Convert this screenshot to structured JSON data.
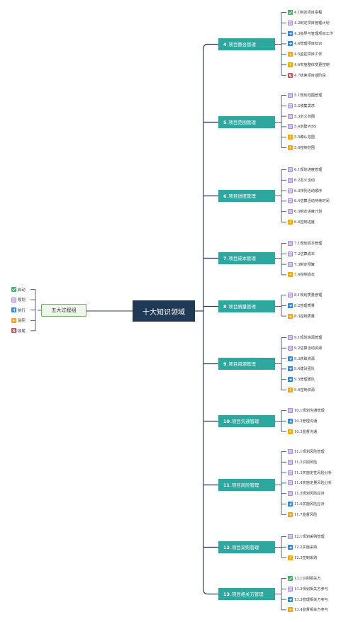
{
  "center": "十大知识领域",
  "process_groups_node": "五大过程组",
  "legend": [
    {
      "icon": "start-icon",
      "label": "启动"
    },
    {
      "icon": "plan-icon",
      "label": "规划"
    },
    {
      "icon": "execute-icon",
      "label": "执行"
    },
    {
      "icon": "monitor-icon",
      "label": "监控"
    },
    {
      "icon": "close-icon",
      "label": "收尾"
    }
  ],
  "areas": [
    {
      "num": "4",
      "label": ".项目整合管理",
      "items": [
        {
          "icon": "start-icon",
          "text": "4.1制定项目章程"
        },
        {
          "icon": "plan-icon",
          "text": "4.2制定项目管理计划"
        },
        {
          "icon": "execute-icon",
          "text": "4.3指导与管理项目工作"
        },
        {
          "icon": "execute-icon",
          "text": "4.4管理项目知识"
        },
        {
          "icon": "monitor-icon",
          "text": "4.5监控项目工作"
        },
        {
          "icon": "monitor-icon",
          "text": "4.6实施整体变更控制"
        },
        {
          "icon": "close-icon",
          "text": "4.7结束项目或阶段"
        }
      ]
    },
    {
      "num": "5",
      "label": ".项目范围管理",
      "items": [
        {
          "icon": "plan-icon",
          "text": "5.1规划范围管理"
        },
        {
          "icon": "plan-icon",
          "text": "5.2收集需求"
        },
        {
          "icon": "plan-icon",
          "text": "5.3定义范围"
        },
        {
          "icon": "plan-icon",
          "text": "5.4创建WBS"
        },
        {
          "icon": "monitor-icon",
          "text": "5.5确认范围"
        },
        {
          "icon": "monitor-icon",
          "text": "5.6控制范围"
        }
      ]
    },
    {
      "num": "6",
      "label": ".项目进度管理",
      "items": [
        {
          "icon": "plan-icon",
          "text": "6.1规划进度管理"
        },
        {
          "icon": "plan-icon",
          "text": "6.2定义活动"
        },
        {
          "icon": "plan-icon",
          "text": "6.3排列活动顺序"
        },
        {
          "icon": "plan-icon",
          "text": "6.4估算活动持续时间"
        },
        {
          "icon": "plan-icon",
          "text": "6.5制定进度计划"
        },
        {
          "icon": "monitor-icon",
          "text": "6.6控制进度"
        }
      ]
    },
    {
      "num": "7",
      "label": ".项目成本管理",
      "items": [
        {
          "icon": "plan-icon",
          "text": "7.1规划成本管理"
        },
        {
          "icon": "plan-icon",
          "text": "7.2估算成本"
        },
        {
          "icon": "plan-icon",
          "text": "7.3制定预算"
        },
        {
          "icon": "monitor-icon",
          "text": "7.4控制成本"
        }
      ]
    },
    {
      "num": "8",
      "label": ".项目质量管理",
      "items": [
        {
          "icon": "plan-icon",
          "text": "8.1规划质量管理"
        },
        {
          "icon": "execute-icon",
          "text": "8.2管理质量"
        },
        {
          "icon": "monitor-icon",
          "text": "8.3控制质量"
        }
      ]
    },
    {
      "num": "9",
      "label": ".项目资源管理",
      "items": [
        {
          "icon": "plan-icon",
          "text": "9.1规划资源管理"
        },
        {
          "icon": "plan-icon",
          "text": "9.2估算活动资源"
        },
        {
          "icon": "execute-icon",
          "text": "9.3获取资源"
        },
        {
          "icon": "execute-icon",
          "text": "9.4建设团队"
        },
        {
          "icon": "execute-icon",
          "text": "9.5管理团队"
        },
        {
          "icon": "monitor-icon",
          "text": "9.6控制资源"
        }
      ]
    },
    {
      "num": "10",
      "label": ".项目沟通管理",
      "items": [
        {
          "icon": "plan-icon",
          "text": "10.1规划沟通管理"
        },
        {
          "icon": "execute-icon",
          "text": "10.2管理沟通"
        },
        {
          "icon": "monitor-icon",
          "text": "10.3监督沟通"
        }
      ]
    },
    {
      "num": "11",
      "label": ".项目风险管理",
      "items": [
        {
          "icon": "plan-icon",
          "text": "11.1规划风险管理"
        },
        {
          "icon": "plan-icon",
          "text": "11.2识别风险"
        },
        {
          "icon": "plan-icon",
          "text": "11.3实施定性风险分析"
        },
        {
          "icon": "plan-icon",
          "text": "11.4实施定量风险分析"
        },
        {
          "icon": "plan-icon",
          "text": "11.5规划风险应对"
        },
        {
          "icon": "execute-icon",
          "text": "11.6实施风险应对"
        },
        {
          "icon": "monitor-icon",
          "text": "11.7监督风险"
        }
      ]
    },
    {
      "num": "12",
      "label": ".项目采购管理",
      "items": [
        {
          "icon": "plan-icon",
          "text": "12.1规划采购管理"
        },
        {
          "icon": "execute-icon",
          "text": "12.2实施采购"
        },
        {
          "icon": "monitor-icon",
          "text": "12.3控制采购"
        }
      ]
    },
    {
      "num": "13",
      "label": ".项目相关方管理",
      "items": [
        {
          "icon": "start-icon",
          "text": "13.1识别相关方"
        },
        {
          "icon": "plan-icon",
          "text": "13.2规划相关方参与"
        },
        {
          "icon": "execute-icon",
          "text": "13.3管理相关方参与"
        },
        {
          "icon": "monitor-icon",
          "text": "13.4监督相关方参与"
        }
      ]
    }
  ],
  "colors": {
    "center": "#203a55",
    "area": "#2ea79e",
    "line": "#2b3f5a",
    "start": "#4bae6a",
    "plan": "#a58fd0",
    "execute": "#2f86d6",
    "monitor": "#f0a91c",
    "close": "#e0445a"
  }
}
